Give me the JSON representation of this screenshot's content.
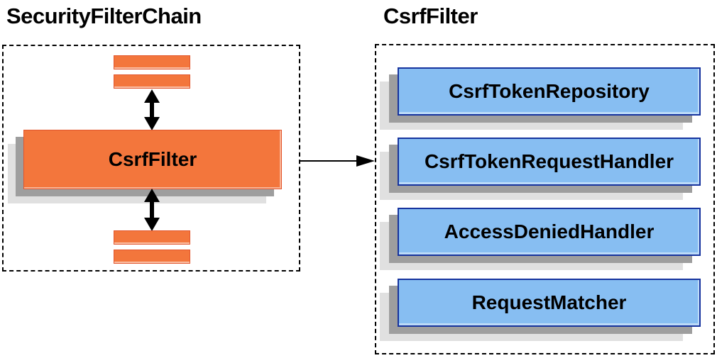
{
  "left_panel": {
    "title": "SecurityFilterChain",
    "csrf_filter_box_label": "CsrfFilter"
  },
  "right_panel": {
    "title": "CsrfFilter",
    "components": [
      "CsrfTokenRepository",
      "CsrfTokenRequestHandler",
      "AccessDeniedHandler",
      "RequestMatcher"
    ]
  },
  "colors": {
    "orange-fill": "#F3763C",
    "orange-border": "#E2552C",
    "blue-fill": "#87BEF2",
    "blue-border": "#16339E",
    "shadow-dark": "#9E9E9E",
    "shadow-light": "#E0E0E0",
    "arrow-color": "#000000",
    "container-border": "#000000"
  }
}
